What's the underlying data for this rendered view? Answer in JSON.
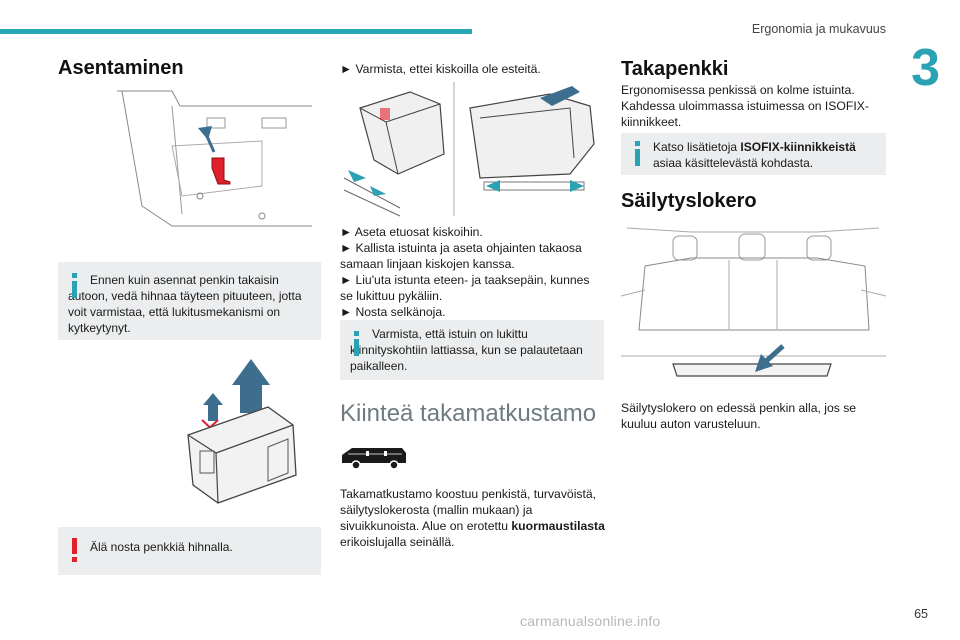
{
  "header": {
    "title": "Ergonomia ja mukavuus",
    "chapter": "3",
    "page": "65"
  },
  "col1": {
    "heading": "Asentaminen",
    "note_info": "Ennen kuin asennat penkin takaisin autoon, vedä hihnaa täyteen pituuteen, jotta voit varmistaa, että lukitusmekanismi on kytkeytynyt.",
    "note_warn": "Älä nosta penkkiä hihnalla."
  },
  "col2": {
    "step0": "► Varmista, ettei kiskoilla ole esteitä.",
    "step1": "► Aseta etuosat kiskoihin.",
    "step2": "► Kallista istuinta ja aseta ohjainten takaosa samaan linjaan kiskojen kanssa.",
    "step3": "► Liu'uta istunta eteen- ja taaksepäin, kunnes se lukittuu pykäliin.",
    "step4": "► Nosta selkänoja.",
    "note_info": "Varmista, että istuin on lukittu kiinnityskohtiin lattiassa, kun se palautetaan paikalleen.",
    "heading2": "Kiinteä takamatkustamo",
    "para_prefix": "Takamatkustamo koostuu penkistä, turvavöistä, säilytyslokerosta (mallin mukaan) ja sivuikkunoista. Alue on erotettu ",
    "para_bold": "kuormaustilasta",
    "para_suffix": " erikoislujalla seinällä."
  },
  "col3": {
    "heading1": "Takapenkki",
    "para1": "Ergonomisessa penkissä on kolme istuinta. Kahdessa uloimmassa istuimessa on ISOFIX-kiinnikkeet.",
    "note_prefix": "Katso lisätietoja ",
    "note_bold": "ISOFIX-kiinnikkeistä",
    "note_suffix": " asiaa käsittelevästä kohdasta.",
    "heading2": "Säilytyslokero",
    "para2": "Säilytyslokero on edessä penkin alla, jos se kuuluu auton varusteluun."
  },
  "footer": {
    "watermark": "carmanualsonline.info"
  },
  "colors": {
    "accent": "#27a6b4",
    "warning": "#e0202c",
    "note_bg": "#ebedef"
  }
}
